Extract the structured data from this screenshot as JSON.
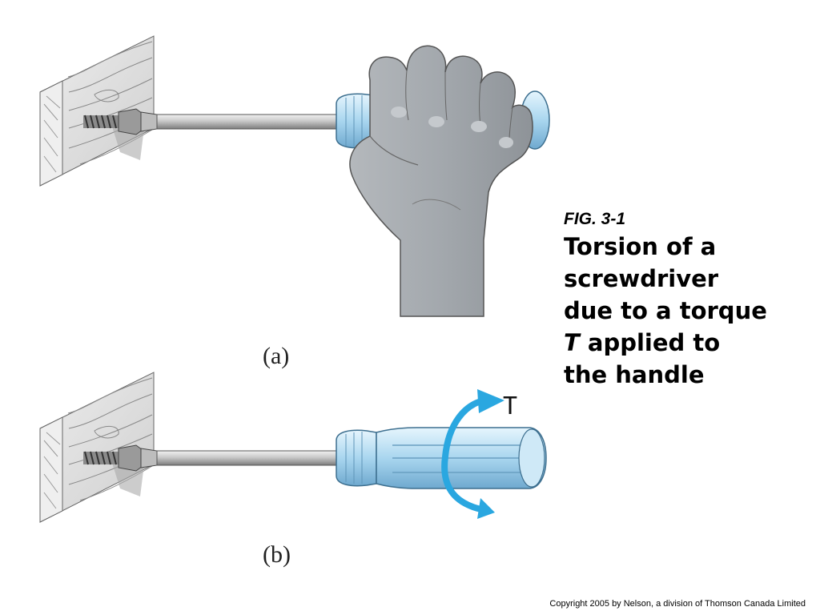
{
  "caption": {
    "fig_label": "FIG. 3-1",
    "title_line_1": "Torsion of a",
    "title_line_2": "screwdriver",
    "title_line_3": "due to a torque",
    "title_line_4_symbol": "T",
    "title_line_4_rest": " applied to",
    "title_line_5": "the handle"
  },
  "panels": {
    "a_label": "(a)",
    "b_label": "(b)"
  },
  "torque_symbol": "T",
  "copyright": "Copyright 2005 by Nelson, a division of Thomson Canada Limited",
  "colors": {
    "handle_blue": "#a9d6ef",
    "arrow_blue": "#2aa7e0",
    "hand_gray": "#a3a8ad",
    "wood_gray": "#dcdcdc",
    "shaft_gray": "#c8c8c8"
  }
}
